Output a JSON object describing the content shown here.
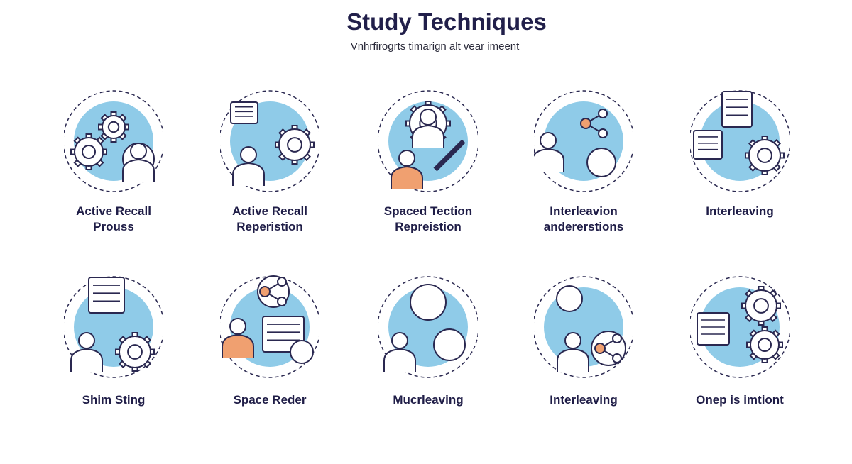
{
  "header": {
    "title": "Study Techniques",
    "subtitle": "Vnhrfirogrts timarign alt vear imeent"
  },
  "colors": {
    "accent_blue": "#8fcbe8",
    "accent_orange": "#f0a070",
    "ink": "#2a2850"
  },
  "cards": [
    {
      "label_lines": [
        "Active Recall",
        "Prouss"
      ],
      "icon": "gears-lightbulb-person-icon"
    },
    {
      "label_lines": [
        "Active Recall",
        "Reperistion"
      ],
      "icon": "person-chat-gear-icon"
    },
    {
      "label_lines": [
        "Spaced Tection",
        "Repreistion"
      ],
      "icon": "gear-person-pencil-icon"
    },
    {
      "label_lines": [
        "Interleavion",
        "andererstions"
      ],
      "icon": "person-network-icon"
    },
    {
      "label_lines": [
        "Interleaving"
      ],
      "icon": "document-gear-icon"
    },
    {
      "label_lines": [
        "Shim Sting"
      ],
      "icon": "person-document-gear-icon"
    },
    {
      "label_lines": [
        "Space Reder"
      ],
      "icon": "person-book-clock-icon"
    },
    {
      "label_lines": [
        "Mucrleaving"
      ],
      "icon": "people-brain-icon"
    },
    {
      "label_lines": [
        "Interleaving"
      ],
      "icon": "person-network-chart-icon"
    },
    {
      "label_lines": [
        "Onep is imtiont"
      ],
      "icon": "document-gears-icon"
    }
  ]
}
